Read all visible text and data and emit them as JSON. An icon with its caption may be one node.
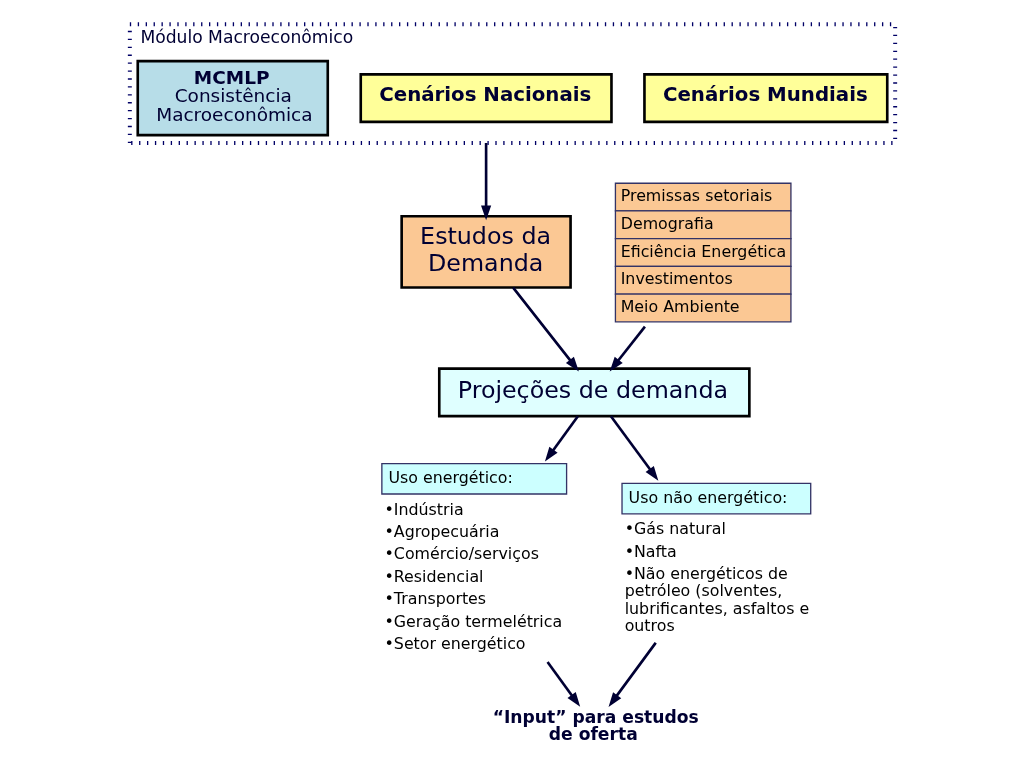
{
  "diagram": {
    "nodes": [
      {
        "text": [
          "Módulo Macroeconômico"
        ]
      },
      {
        "text": [
          "Cenários Mundiais"
        ],
        "in": 0
      },
      {
        "text": [
          "Cenários Nacionais"
        ],
        "in": 0
      },
      {
        "text": [
          "MCMLP",
          "Consistência Macroeconômica"
        ],
        "in": 0
      },
      {
        "text": [
          "Estudos da Demanda"
        ]
      },
      {
        "text": [
          "Premissas setoriais",
          "Demografia",
          "Eficiência Energética",
          "Investimentos",
          "Meio Ambiente"
        ]
      },
      {
        "text": [
          "Projeções de demanda"
        ]
      },
      {
        "text": [
          "Uso energético:"
        ],
        "beside": [
          "•Indústria",
          "•Agropecuária",
          "•Comércio/serviços",
          "•Residencial",
          "•Transportes",
          "•Geração termelétrica",
          "•Setor energético"
        ]
      },
      {
        "text": [
          "Uso não energético:"
        ],
        "beside": [
          "•Gás natural",
          "•Nafta",
          "•Não energéticos de petróleo (solventes, lubrificantes, asfaltos e outros"
        ]
      },
      {
        "text": [
          "“Input” para estudos de oferta"
        ]
      }
    ],
    "edges": [
      {
        "from": 0,
        "to": 4,
        "arrow": "to"
      },
      {
        "from": 4,
        "to": 6,
        "arrow": "to"
      },
      {
        "from": 5,
        "to": 6,
        "arrow": "to"
      },
      {
        "from": 6,
        "to": 7,
        "arrow": "to"
      },
      {
        "from": 6,
        "to": 8,
        "arrow": "to"
      },
      {
        "from": 7,
        "to": 9,
        "arrow": "to"
      },
      {
        "from": 8,
        "to": 9,
        "arrow": "to"
      }
    ]
  }
}
